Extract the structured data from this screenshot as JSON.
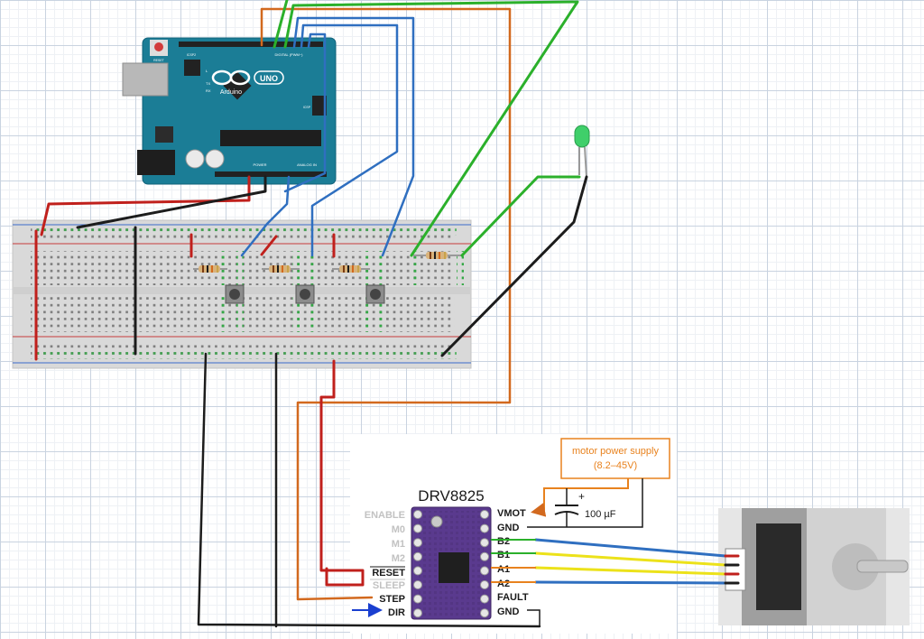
{
  "arduino": {
    "logo_text": "UNO",
    "brand_text": "Arduino",
    "reset_label": "RESET",
    "icsp_label": "ICSP",
    "icsp2_label": "ICSP2",
    "digital_label": "DIGITAL (PWM~)",
    "power_label": "POWER",
    "analog_label": "ANALOG IN",
    "led_l_label": "L",
    "led_tx_label": "TX",
    "led_rx_label": "RX"
  },
  "driver": {
    "title": "DRV8825",
    "left_pins": [
      "ENABLE",
      "M0",
      "M1",
      "M2",
      "RESET",
      "SLEEP",
      "STEP",
      "DIR"
    ],
    "right_pins": [
      "VMOT",
      "GND",
      "B2",
      "B1",
      "A1",
      "A2",
      "FAULT",
      "GND"
    ],
    "power_supply_line1": "motor power supply",
    "power_supply_line2": "(8.2–45V)",
    "capacitor_label": "100 µF",
    "capacitor_plus": "+"
  },
  "colors": {
    "wire_red": "#c0201c",
    "wire_black": "#1c1c1c",
    "wire_blue": "#2f6fc0",
    "wire_green": "#2bb02b",
    "wire_orange": "#d2691e",
    "wire_yellow": "#ece21a",
    "arduino_board": "#1b7d96",
    "driver_board": "#5a3a8e",
    "supply_box": "#e8821e",
    "led_green": "#3fcf6a"
  }
}
